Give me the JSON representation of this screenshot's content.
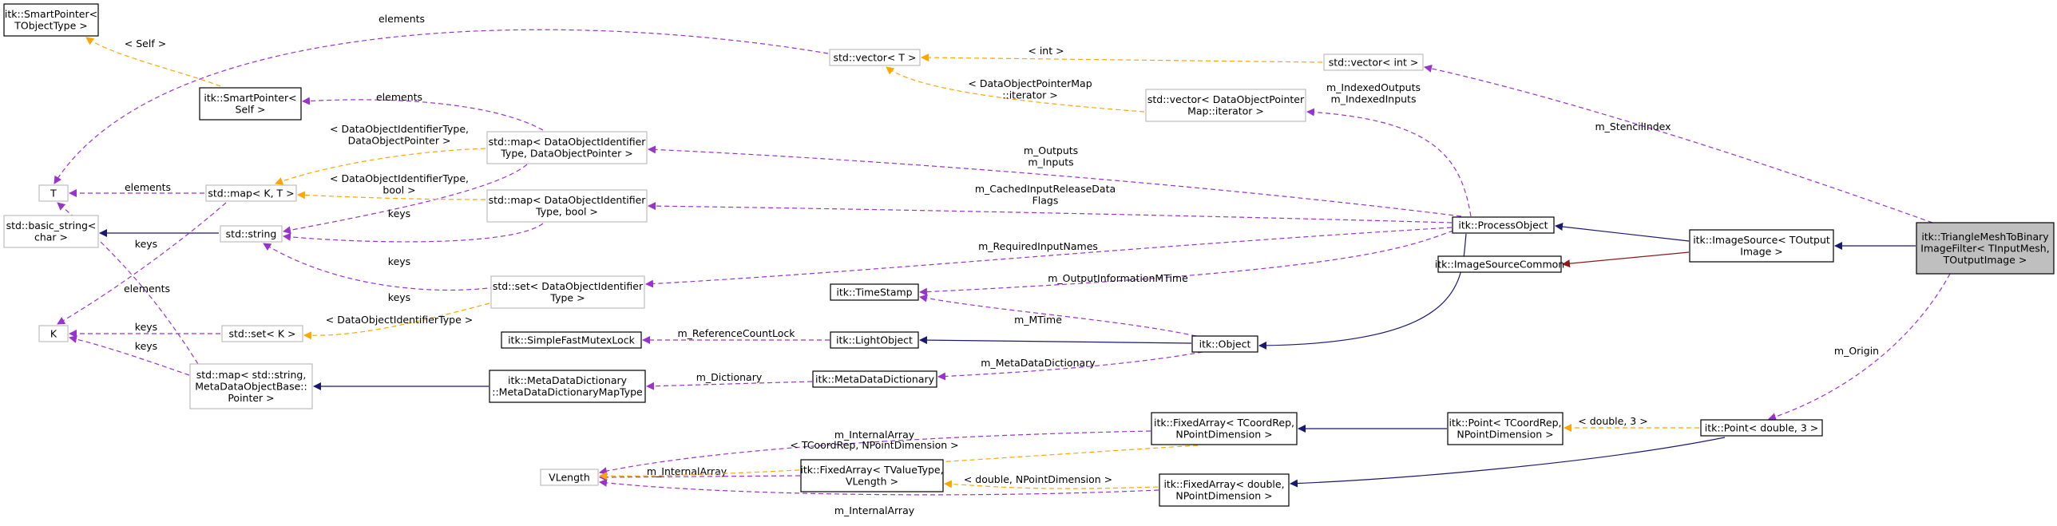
{
  "colors": {
    "inherit": "#191970",
    "private": "#8b1a1a",
    "usage": "#9a32cd",
    "template": "#ffa500",
    "boxDoc": "#000000",
    "boxExt": "#bfbfbf",
    "highlightFill": "#bfbfbf"
  },
  "nodes": [
    {
      "id": "smartptr_tpl",
      "lines": [
        "itk::SmartPointer<",
        "TObjectType >"
      ],
      "style": "doc"
    },
    {
      "id": "smartptr_self",
      "lines": [
        "itk::SmartPointer<",
        "Self >"
      ],
      "style": "doc"
    },
    {
      "id": "T",
      "lines": [
        "T"
      ],
      "style": "ext"
    },
    {
      "id": "basic_string",
      "lines": [
        "std::basic_string<",
        "char >"
      ],
      "style": "ext"
    },
    {
      "id": "K",
      "lines": [
        "K"
      ],
      "style": "ext"
    },
    {
      "id": "vlength",
      "lines": [
        "VLength"
      ],
      "style": "ext"
    },
    {
      "id": "map_kt",
      "lines": [
        "std::map< K, T >"
      ],
      "style": "ext"
    },
    {
      "id": "string",
      "lines": [
        "std::string"
      ],
      "style": "ext"
    },
    {
      "id": "set_k",
      "lines": [
        "std::set< K >"
      ],
      "style": "ext"
    },
    {
      "id": "map_mdob",
      "lines": [
        "std::map< std::string,",
        "MetaDataObjectBase::",
        "Pointer >"
      ],
      "style": "ext"
    },
    {
      "id": "vector_t",
      "lines": [
        "std::vector< T >"
      ],
      "style": "ext"
    },
    {
      "id": "vector_int",
      "lines": [
        "std::vector< int >"
      ],
      "style": "ext"
    },
    {
      "id": "map_dop",
      "lines": [
        "std::map< DataObjectIdentifier",
        "Type, DataObjectPointer >"
      ],
      "style": "ext"
    },
    {
      "id": "map_dob",
      "lines": [
        "std::map< DataObjectIdentifier",
        "Type, bool >"
      ],
      "style": "ext"
    },
    {
      "id": "set_doi",
      "lines": [
        "std::set< DataObjectIdentifier",
        "Type >"
      ],
      "style": "ext"
    },
    {
      "id": "vector_dopi",
      "lines": [
        "std::vector< DataObjectPointer",
        "Map::iterator >"
      ],
      "style": "ext"
    },
    {
      "id": "sfml",
      "lines": [
        "itk::SimpleFastMutexLock"
      ],
      "style": "doc"
    },
    {
      "id": "mdd_maptype",
      "lines": [
        "itk::MetaDataDictionary",
        "::MetaDataDictionaryMapType"
      ],
      "style": "doc"
    },
    {
      "id": "timestamp",
      "lines": [
        "itk::TimeStamp"
      ],
      "style": "doc"
    },
    {
      "id": "lightobject",
      "lines": [
        "itk::LightObject"
      ],
      "style": "doc"
    },
    {
      "id": "mdd",
      "lines": [
        "itk::MetaDataDictionary"
      ],
      "style": "doc"
    },
    {
      "id": "fa_tv",
      "lines": [
        "itk::FixedArray< TValueType,",
        "VLength >"
      ],
      "style": "doc"
    },
    {
      "id": "object",
      "lines": [
        "itk::Object"
      ],
      "style": "doc"
    },
    {
      "id": "fa_tc",
      "lines": [
        "itk::FixedArray< TCoordRep,",
        "NPointDimension >"
      ],
      "style": "doc"
    },
    {
      "id": "fa_d",
      "lines": [
        "itk::FixedArray< double,",
        "NPointDimension >"
      ],
      "style": "doc"
    },
    {
      "id": "processobject",
      "lines": [
        "itk::ProcessObject"
      ],
      "style": "doc"
    },
    {
      "id": "isc",
      "lines": [
        "itk::ImageSourceCommon"
      ],
      "style": "doc"
    },
    {
      "id": "point_tc",
      "lines": [
        "itk::Point< TCoordRep,",
        "NPointDimension >"
      ],
      "style": "doc"
    },
    {
      "id": "imagesource",
      "lines": [
        "itk::ImageSource< TOutput",
        "Image >"
      ],
      "style": "doc"
    },
    {
      "id": "point_d3",
      "lines": [
        "itk::Point< double, 3 >"
      ],
      "style": "doc"
    },
    {
      "id": "tmtbif",
      "lines": [
        "itk::TriangleMeshToBinary",
        "ImageFilter< TInputMesh,",
        "TOutputImage >"
      ],
      "style": "highlight"
    }
  ],
  "edges": [
    {
      "from": "imagesource",
      "to": "tmtbif",
      "kind": "inherit",
      "label": []
    },
    {
      "from": "processobject",
      "to": "imagesource",
      "kind": "inherit",
      "label": []
    },
    {
      "from": "isc",
      "to": "imagesource",
      "kind": "private",
      "label": []
    },
    {
      "from": "object",
      "to": "processobject",
      "kind": "inherit",
      "label": []
    },
    {
      "from": "lightobject",
      "to": "object",
      "kind": "inherit",
      "label": []
    },
    {
      "from": "basic_string",
      "to": "string",
      "kind": "inherit",
      "label": []
    },
    {
      "from": "mdd_maptype",
      "to": "map_mdob",
      "kind": "inherit",
      "label": []
    },
    {
      "from": "fa_tc",
      "to": "point_tc",
      "kind": "inherit",
      "label": []
    },
    {
      "from": "fa_d",
      "to": "point_d3",
      "kind": "inherit",
      "label": []
    },
    {
      "from": "point_d3",
      "to": "tmtbif",
      "kind": "usage",
      "label": [
        "m_Origin"
      ]
    },
    {
      "from": "vector_int",
      "to": "tmtbif",
      "kind": "usage",
      "label": [
        "m_StencilIndex"
      ]
    },
    {
      "from": "vector_dopi",
      "to": "processobject",
      "kind": "usage",
      "label": [
        "m_IndexedOutputs",
        "m_IndexedInputs"
      ]
    },
    {
      "from": "map_dop",
      "to": "processobject",
      "kind": "usage",
      "label": [
        "m_Outputs",
        "m_Inputs"
      ]
    },
    {
      "from": "map_dob",
      "to": "processobject",
      "kind": "usage",
      "label": [
        "m_CachedInputReleaseData",
        "Flags"
      ]
    },
    {
      "from": "set_doi",
      "to": "processobject",
      "kind": "usage",
      "label": [
        "m_RequiredInputNames"
      ]
    },
    {
      "from": "timestamp",
      "to": "processobject",
      "kind": "usage",
      "label": [
        "m_OutputInformationMTime"
      ]
    },
    {
      "from": "timestamp",
      "to": "object",
      "kind": "usage",
      "label": [
        "m_MTime"
      ]
    },
    {
      "from": "mdd",
      "to": "object",
      "kind": "usage",
      "label": [
        "m_MetaDataDictionary"
      ]
    },
    {
      "from": "sfml",
      "to": "lightobject",
      "kind": "usage",
      "label": [
        "m_ReferenceCountLock"
      ]
    },
    {
      "from": "mdd_maptype",
      "to": "mdd",
      "kind": "usage",
      "label": [
        "m_Dictionary"
      ]
    },
    {
      "from": "vlength",
      "to": "fa_tc",
      "kind": "usage",
      "label": [
        "m_InternalArray"
      ]
    },
    {
      "from": "vlength",
      "to": "fa_tv",
      "kind": "usage",
      "label": [
        "m_InternalArray"
      ]
    },
    {
      "from": "vlength",
      "to": "fa_d",
      "kind": "usage",
      "label": [
        "m_InternalArray"
      ]
    },
    {
      "from": "T",
      "to": "vector_t",
      "kind": "usage",
      "label": [
        "elements"
      ]
    },
    {
      "from": "T",
      "to": "map_kt",
      "kind": "usage",
      "label": [
        "elements"
      ]
    },
    {
      "from": "T",
      "to": "map_mdob",
      "kind": "usage",
      "label": [
        "elements"
      ]
    },
    {
      "from": "K",
      "to": "map_kt",
      "kind": "usage",
      "label": [
        "keys"
      ]
    },
    {
      "from": "K",
      "to": "set_k",
      "kind": "usage",
      "label": [
        "keys"
      ]
    },
    {
      "from": "K",
      "to": "map_mdob",
      "kind": "usage",
      "label": [
        "keys"
      ]
    },
    {
      "from": "smartptr_self",
      "to": "map_dop",
      "kind": "usage",
      "label": [
        "elements"
      ]
    },
    {
      "from": "string",
      "to": "map_dop",
      "kind": "usage",
      "label": [
        "keys"
      ]
    },
    {
      "from": "string",
      "to": "map_dob",
      "kind": "usage",
      "label": [
        "keys"
      ]
    },
    {
      "from": "string",
      "to": "set_doi",
      "kind": "usage",
      "label": [
        "keys"
      ]
    },
    {
      "from": "smartptr_tpl",
      "to": "smartptr_self",
      "kind": "template",
      "label": [
        "< Self >"
      ]
    },
    {
      "from": "vector_t",
      "to": "vector_int",
      "kind": "template",
      "label": [
        "< int >"
      ]
    },
    {
      "from": "vector_t",
      "to": "vector_dopi",
      "kind": "template",
      "label": [
        "< DataObjectPointerMap",
        "::iterator >"
      ]
    },
    {
      "from": "map_kt",
      "to": "map_dop",
      "kind": "template",
      "label": [
        "< DataObjectIdentifierType,",
        "DataObjectPointer >"
      ]
    },
    {
      "from": "map_kt",
      "to": "map_dob",
      "kind": "template",
      "label": [
        "< DataObjectIdentifierType,",
        "bool >"
      ]
    },
    {
      "from": "set_k",
      "to": "set_doi",
      "kind": "template",
      "label": [
        "< DataObjectIdentifierType >"
      ]
    },
    {
      "from": "fa_tc",
      "to": "vlength",
      "kind": "template",
      "label": [
        "< TCoordRep, NPointDimension >"
      ]
    },
    {
      "from": "fa_tv",
      "to": "fa_d",
      "kind": "template",
      "label": [
        "< double, NPointDimension >"
      ]
    },
    {
      "from": "point_tc",
      "to": "point_d3",
      "kind": "template",
      "label": [
        "< double, 3 >"
      ]
    }
  ]
}
